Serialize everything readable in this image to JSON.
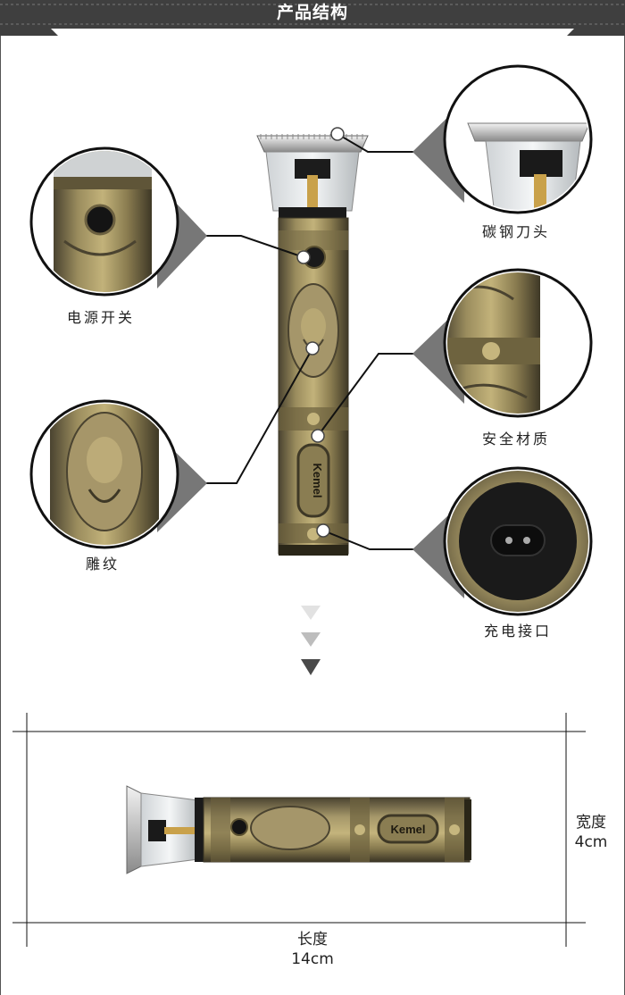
{
  "header": {
    "title": "产品结构"
  },
  "features": [
    {
      "label": "电源开关",
      "icon": "power-switch-closeup"
    },
    {
      "label": "雕纹",
      "icon": "engraving-closeup"
    },
    {
      "label": "碳钢刀头",
      "icon": "blade-closeup"
    },
    {
      "label": "安全材质",
      "icon": "material-closeup"
    },
    {
      "label": "充电接口",
      "icon": "charging-port-closeup"
    }
  ],
  "product": {
    "brand": "Kemel"
  },
  "dimensions": {
    "width_label": "宽度",
    "width_value": "4cm",
    "length_label": "长度",
    "length_value": "14cm"
  },
  "colors": {
    "header": "#3f3f3f",
    "bronze": "#8f8256",
    "accent_gold": "#c9b46a"
  }
}
